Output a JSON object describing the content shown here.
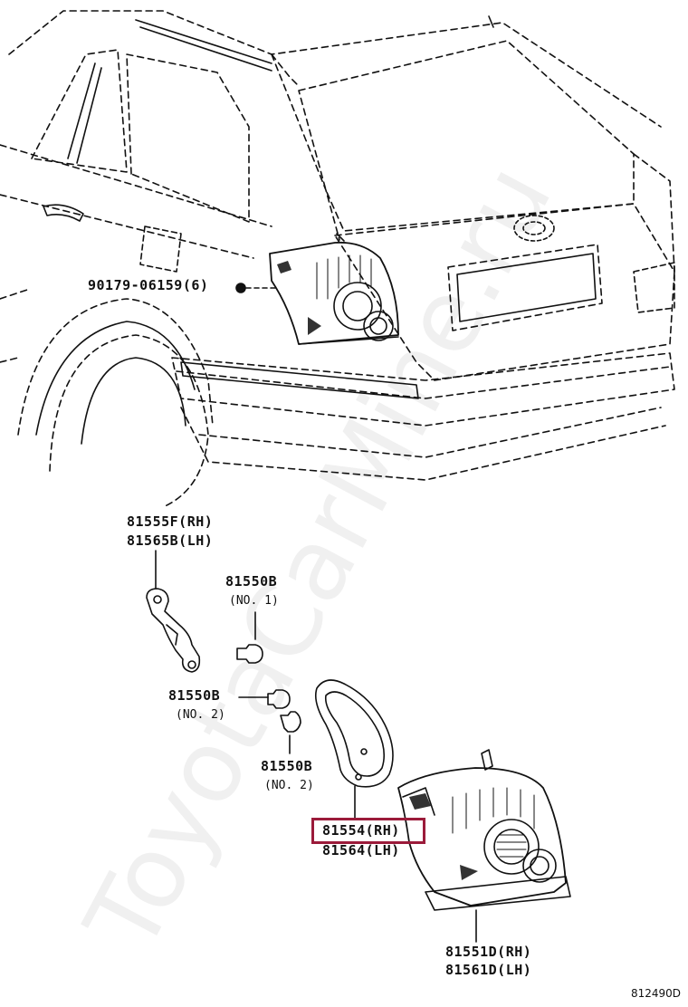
{
  "watermark": "ToyotaCarMine.ru",
  "diagram_number": "812490D",
  "highlight_color": "#9b1b3a",
  "parts": {
    "screw": {
      "code": "90179-06159",
      "qty": "(6)"
    },
    "bracket_rh": "81555F(RH)",
    "bracket_lh": "81565B(LH)",
    "bulb_a": {
      "code": "81550B",
      "note": "(NO. 1)"
    },
    "bulb_b": {
      "code": "81550B",
      "note": "(NO. 2)"
    },
    "bulb_c": {
      "code": "81550B",
      "note": "(NO. 2)"
    },
    "gasket_rh": "81554(RH)",
    "gasket_lh": "81564(LH)",
    "lamp_rh": "81551D(RH)",
    "lamp_lh": "81561D(LH)"
  },
  "icons": [
    "car-rear-view-icon",
    "tail-lamp-icon",
    "bulb-icon",
    "bracket-icon",
    "gasket-icon",
    "screw-icon"
  ]
}
